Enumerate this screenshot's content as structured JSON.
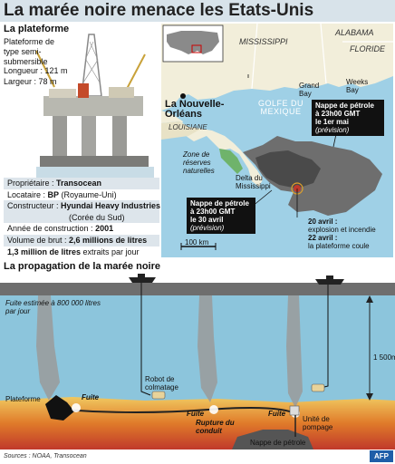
{
  "title": "La marée noire menace les Etats-Unis",
  "platform": {
    "heading": "La plateforme",
    "description": "Plateforme de type semi-submersible",
    "length": "Longueur : 121 m",
    "width": "Largeur : 78 m",
    "facts": [
      {
        "label": "Propriétaire : ",
        "value": "Transocean",
        "extra": ""
      },
      {
        "label": "Locataire : ",
        "value": "BP",
        "extra": " (Royaume-Uni)"
      },
      {
        "label": "Constructeur : ",
        "value": "Hyundai Heavy Industries",
        "extra": ""
      },
      {
        "label": "",
        "value": "",
        "extra": "(Corée du Sud)"
      },
      {
        "label": "Année de construction : ",
        "value": "2001",
        "extra": ""
      },
      {
        "label": "Volume de brut : ",
        "value": "2,6 millions de litres",
        "extra": ""
      },
      {
        "label": "",
        "value": "1,3 million de litres",
        "extra": " extraits par jour"
      }
    ]
  },
  "map": {
    "states": [
      "MISSISSIPPI",
      "ALABAMA",
      "FLORIDE",
      "LOUISIANE"
    ],
    "city": "La Nouvelle-Orléans",
    "places": [
      "Grand Bay",
      "Weeks Bay"
    ],
    "gulf": "GOLFE DU MEXIQUE",
    "reserve": "Zone de réserves naturelles",
    "delta": "Delta du Mississippi",
    "scale": "100 km",
    "callout_may": {
      "line1": "Nappe de pétrole",
      "line2": "à 23h00 GMT",
      "line3": "le 1er mai",
      "note": "(prévision)"
    },
    "callout_april": {
      "line1": "Nappe de pétrole",
      "line2": "à 23h00 GMT",
      "line3": "le 30 avril",
      "note": "(prévision)"
    },
    "event1_date": "20 avril :",
    "event1_text": "explosion et incendie",
    "event2_date": "22 avril :",
    "event2_text": "la plateforme coule"
  },
  "propagation": {
    "heading": "La propagation de la marée noire",
    "leak_note": "Fuite estimée à 800 000 litres par jour",
    "plateforme": "Plateforme",
    "fuite": "Fuite",
    "robot": "Robot de colmatage",
    "rupture": "Rupture du conduit",
    "unit": "Unité de pompage",
    "nappe": "Nappe de pétrole",
    "depth": "1 500m"
  },
  "sources": "Sources : NOAA, Transocean",
  "agency": "AFP",
  "colors": {
    "sea": "#8cc5dc",
    "oil": "#6e6e6e",
    "land": "#f2eeda",
    "gulf_water": "#9fd0e6"
  }
}
